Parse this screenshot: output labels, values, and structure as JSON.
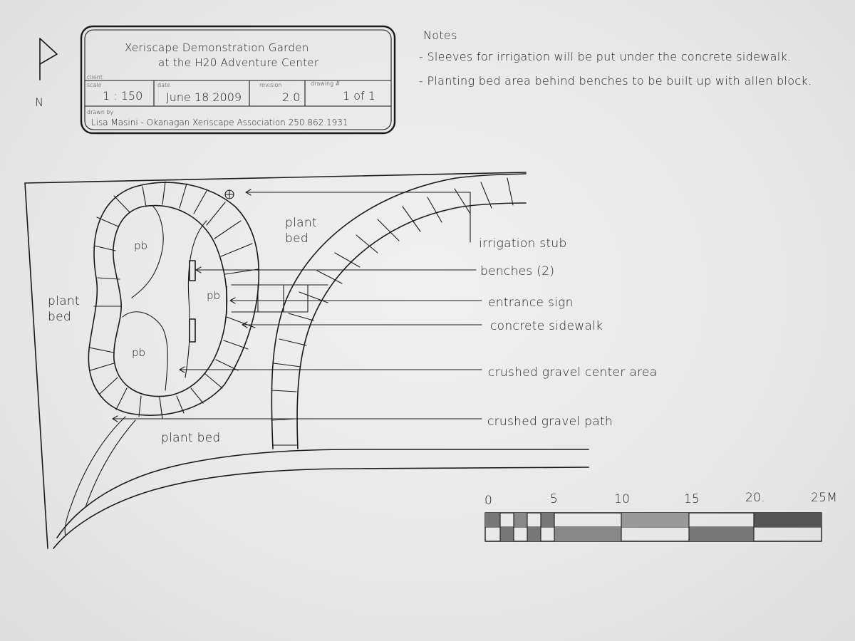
{
  "title_block": {
    "title_line1": "Xeriscape Demonstration Garden",
    "title_line2": "at the H20 Adventure Center",
    "client_label": "client:",
    "scale_label": "scale",
    "scale_value": "1 : 150",
    "date_label": "date",
    "date_value": "June 18 2009",
    "revision_label": "revision",
    "revision_value": "2.0",
    "drawing_label": "drawing #",
    "drawing_value": "1 of 1",
    "drawn_by_label": "drawn by",
    "drawn_by_value": "Lisa Masini - Okanagan Xeriscape Association 250.862.1931"
  },
  "north_arrow": {
    "label": "N"
  },
  "notes": {
    "heading": "Notes",
    "items": [
      "- Sleeves for irrigation will be put under the concrete sidewalk.",
      "- Planting bed area behind benches to be built up with allen block."
    ]
  },
  "plan_labels": {
    "plant_bed_left_1": "plant",
    "plant_bed_left_2": "bed",
    "plant_bed_top_1": "plant",
    "plant_bed_top_2": "bed",
    "plant_bed_bottom": "plant bed",
    "pb_1": "pb",
    "pb_2": "pb",
    "pb_3": "pb"
  },
  "callouts": [
    "irrigation stub",
    "benches (2)",
    "entrance sign",
    "concrete sidewalk",
    "crushed gravel center area",
    "crushed gravel path"
  ],
  "scale_bar": {
    "ticks": [
      "0",
      "5",
      "10",
      "15",
      "20.",
      "25M"
    ]
  }
}
